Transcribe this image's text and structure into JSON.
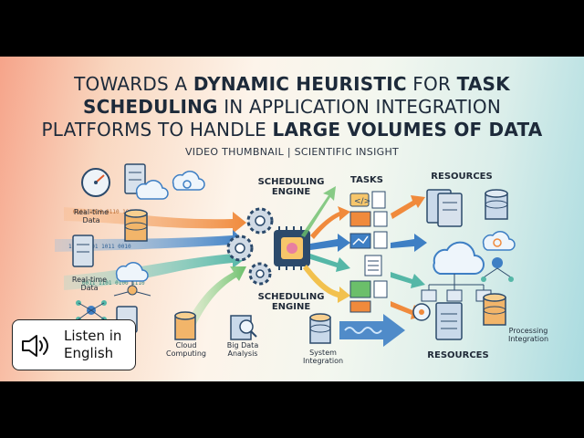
{
  "title": {
    "line1": [
      {
        "t": "TOWARDS A ",
        "b": false
      },
      {
        "t": "DYNAMIC HEURISTIC",
        "b": true
      },
      {
        "t": " FOR ",
        "b": false
      },
      {
        "t": "TASK",
        "b": true
      }
    ],
    "line2": [
      {
        "t": "SCHEDULING",
        "b": true
      },
      {
        "t": " IN APPLICATION INTEGRATION",
        "b": false
      }
    ],
    "line3": [
      {
        "t": "PLATFORMS TO HANDLE ",
        "b": false
      },
      {
        "t": "LARGE VOLUMES OF DATA",
        "b": true
      }
    ]
  },
  "subtitle": "VIDEO THUMBNAIL | SCIENTIFIC INSIGHT",
  "labels": {
    "realtime_1": "Real-time\nData",
    "realtime_2": "Real-time\nData",
    "cloud_computing": "Cloud\nComputing",
    "big_data": "Big Data\nAnalysis",
    "system_integration": "System\nIntegration",
    "processing_integration": "Processing\nIntegration"
  },
  "headers": {
    "engine_top": "SCHEDULING\nENGINE",
    "engine_bottom": "SCHEDULING\nENGINE",
    "tasks": "TASKS",
    "resources_top": "RESOURCES",
    "resources_bottom": "RESOURCES"
  },
  "listen": {
    "label": "Listen in\nEnglish"
  },
  "colors": {
    "orange": "#f08a3c",
    "blue": "#3e7fc4",
    "teal": "#55b7a7",
    "navy": "#2c4a6b",
    "green": "#6bbf6a",
    "yellow": "#f2c14e"
  }
}
